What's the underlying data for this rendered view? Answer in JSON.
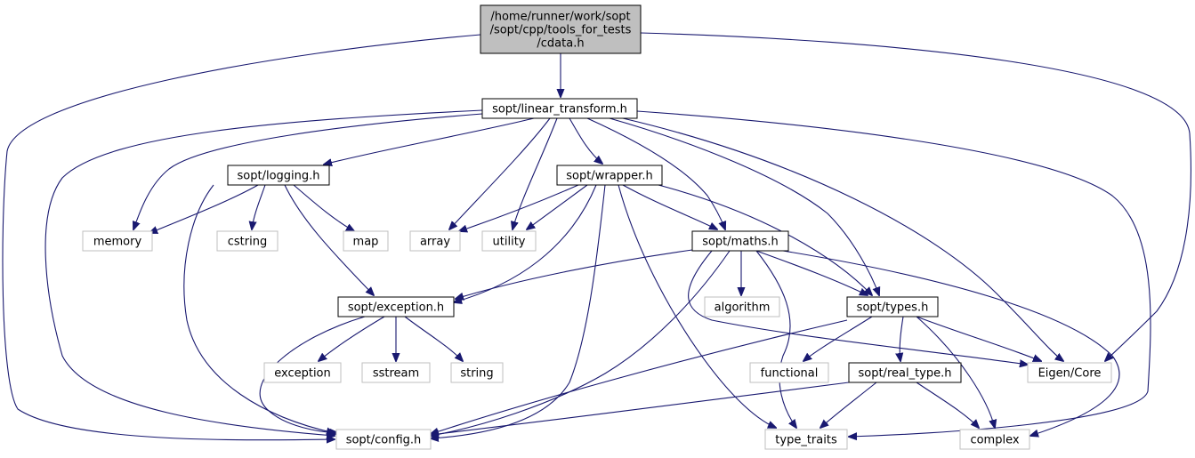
{
  "colors": {
    "edge": "#191970",
    "root_fill": "#bfbfbf",
    "root_stroke": "#000000",
    "internal_stroke": "#000000",
    "external_stroke": "#bfbfbf",
    "background": "#ffffff"
  },
  "nodes": {
    "cdata": {
      "label": [
        "/home/runner/work/sopt",
        "/sopt/cpp/tools_for_tests",
        "/cdata.h"
      ],
      "kind": "root"
    },
    "linear": {
      "label": [
        "sopt/linear_transform.h"
      ],
      "kind": "internal"
    },
    "logging": {
      "label": [
        "sopt/logging.h"
      ],
      "kind": "internal"
    },
    "wrapper": {
      "label": [
        "sopt/wrapper.h"
      ],
      "kind": "internal"
    },
    "maths": {
      "label": [
        "sopt/maths.h"
      ],
      "kind": "internal"
    },
    "exception": {
      "label": [
        "sopt/exception.h"
      ],
      "kind": "internal"
    },
    "types": {
      "label": [
        "sopt/types.h"
      ],
      "kind": "internal"
    },
    "realtype": {
      "label": [
        "sopt/real_type.h"
      ],
      "kind": "internal"
    },
    "config": {
      "label": [
        "sopt/config.h"
      ],
      "kind": "external"
    },
    "memory": {
      "label": [
        "memory"
      ],
      "kind": "external"
    },
    "cstring": {
      "label": [
        "cstring"
      ],
      "kind": "external"
    },
    "map": {
      "label": [
        "map"
      ],
      "kind": "external"
    },
    "array": {
      "label": [
        "array"
      ],
      "kind": "external"
    },
    "utility": {
      "label": [
        "utility"
      ],
      "kind": "external"
    },
    "algorithm": {
      "label": [
        "algorithm"
      ],
      "kind": "external"
    },
    "exceptionh": {
      "label": [
        "exception"
      ],
      "kind": "external"
    },
    "sstream": {
      "label": [
        "sstream"
      ],
      "kind": "external"
    },
    "string": {
      "label": [
        "string"
      ],
      "kind": "external"
    },
    "functional": {
      "label": [
        "functional"
      ],
      "kind": "external"
    },
    "eigencore": {
      "label": [
        "Eigen/Core"
      ],
      "kind": "external"
    },
    "typetraits": {
      "label": [
        "type_traits"
      ],
      "kind": "external"
    },
    "complex": {
      "label": [
        "complex"
      ],
      "kind": "external"
    }
  },
  "edges": [
    [
      "cdata",
      "linear"
    ],
    [
      "cdata",
      "config"
    ],
    [
      "cdata",
      "eigencore"
    ],
    [
      "linear",
      "logging"
    ],
    [
      "linear",
      "memory"
    ],
    [
      "linear",
      "config"
    ],
    [
      "linear",
      "array"
    ],
    [
      "linear",
      "utility"
    ],
    [
      "linear",
      "wrapper"
    ],
    [
      "linear",
      "maths"
    ],
    [
      "linear",
      "types"
    ],
    [
      "linear",
      "eigencore"
    ],
    [
      "linear",
      "typetraits"
    ],
    [
      "logging",
      "memory"
    ],
    [
      "logging",
      "cstring"
    ],
    [
      "logging",
      "map"
    ],
    [
      "logging",
      "exception"
    ],
    [
      "logging",
      "config"
    ],
    [
      "wrapper",
      "array"
    ],
    [
      "wrapper",
      "utility"
    ],
    [
      "wrapper",
      "maths"
    ],
    [
      "wrapper",
      "exception"
    ],
    [
      "wrapper",
      "config"
    ],
    [
      "wrapper",
      "types"
    ],
    [
      "wrapper",
      "typetraits"
    ],
    [
      "maths",
      "exception"
    ],
    [
      "maths",
      "algorithm"
    ],
    [
      "maths",
      "types"
    ],
    [
      "maths",
      "config"
    ],
    [
      "maths",
      "eigencore"
    ],
    [
      "maths",
      "typetraits"
    ],
    [
      "maths",
      "complex"
    ],
    [
      "exception",
      "exceptionh"
    ],
    [
      "exception",
      "sstream"
    ],
    [
      "exception",
      "string"
    ],
    [
      "exception",
      "config"
    ],
    [
      "types",
      "functional"
    ],
    [
      "types",
      "realtype"
    ],
    [
      "types",
      "eigencore"
    ],
    [
      "types",
      "complex"
    ],
    [
      "types",
      "config"
    ],
    [
      "realtype",
      "config"
    ],
    [
      "realtype",
      "typetraits"
    ],
    [
      "realtype",
      "complex"
    ]
  ]
}
